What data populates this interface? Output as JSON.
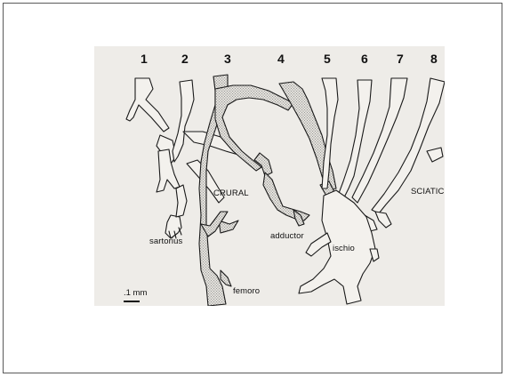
{
  "figure": {
    "numbers": [
      "1",
      "2",
      "3",
      "4",
      "5",
      "6",
      "7",
      "8"
    ],
    "labels": {
      "sartorius": "sartorius",
      "crural": "CRURAL",
      "adductor": "adductor",
      "ischio": "ischio",
      "sciatic": "SCIATIC",
      "femoro": "femoro"
    },
    "scale": ".1 mm"
  },
  "colors": {
    "background": "#eeece8",
    "nerve_outline": "#1a1a1a",
    "stipple": "#8a8a8a"
  }
}
